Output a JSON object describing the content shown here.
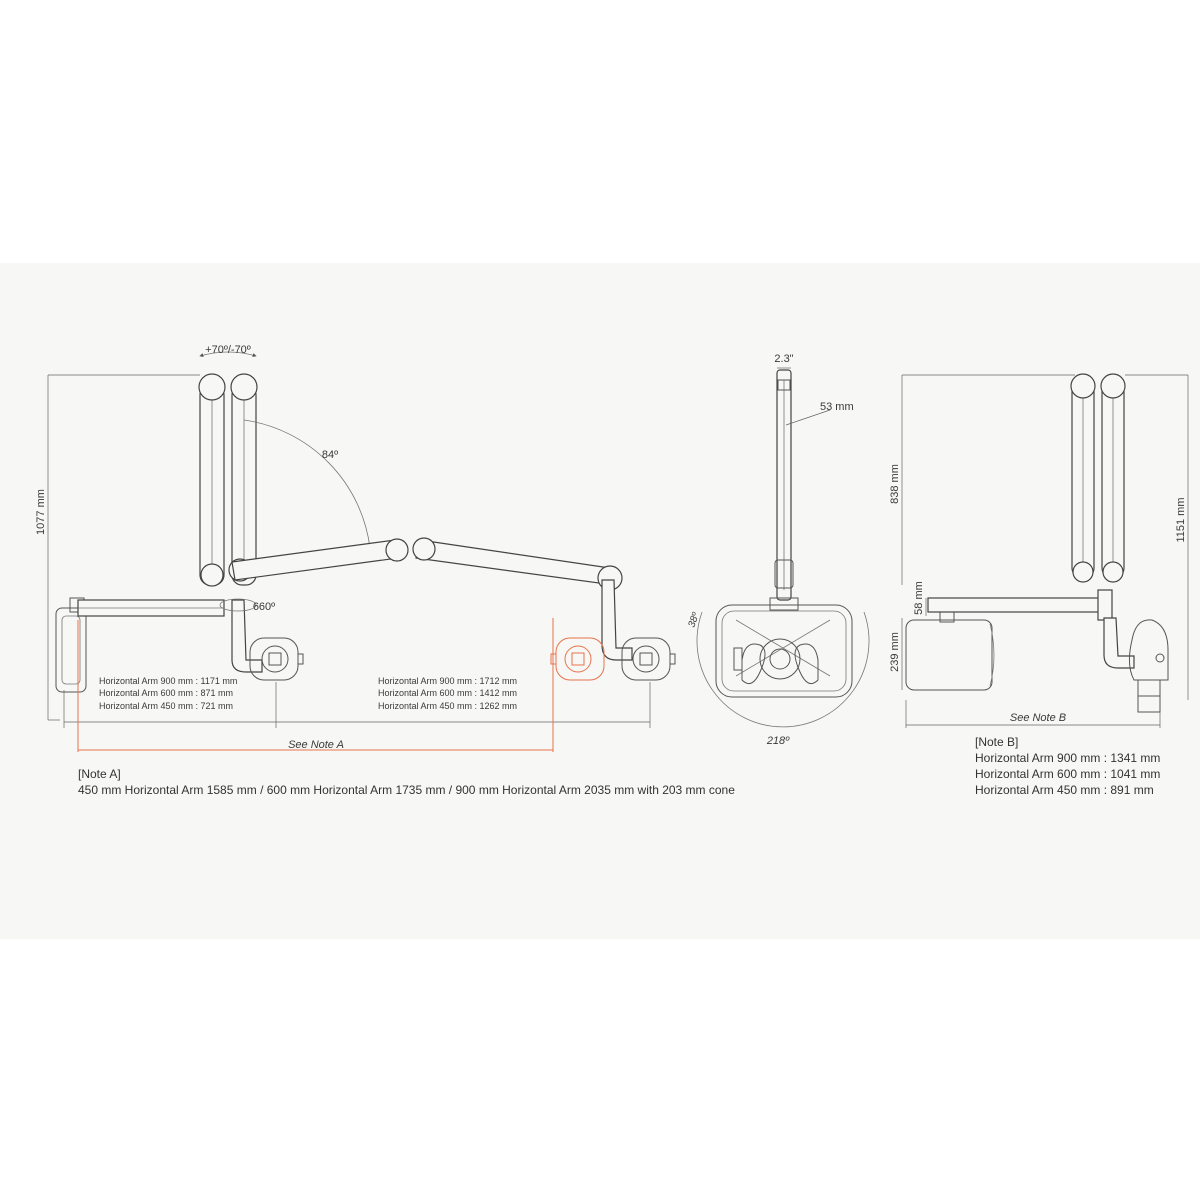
{
  "diagram": {
    "rotation_top": "+70º/-70º",
    "angle_vertical": "84º",
    "angle_joint": "660º",
    "height_left": "1077 mm",
    "width_top": "2.3\"",
    "tube_diameter": "53 mm",
    "angle_head_side": "38º",
    "angle_head_bottom": "218º",
    "height_838": "838 mm",
    "height_1151": "1151 mm",
    "height_58": "58 mm",
    "height_239": "239 mm",
    "see_note_a": "See Note A",
    "see_note_b": "See Note B",
    "left_reach": [
      "Horizontal Arm 900 mm : 1171 mm",
      "Horizontal Arm 600 mm : 871 mm",
      "Horizontal Arm 450 mm : 721 mm"
    ],
    "right_reach": [
      "Horizontal Arm 900 mm : 1712 mm",
      "Horizontal Arm 600 mm : 1412 mm",
      "Horizontal Arm 450 mm : 1262 mm"
    ]
  },
  "note_a": {
    "title": "[Note A]",
    "text": "450 mm Horizontal Arm 1585 mm / 600 mm Horizontal Arm 1735 mm / 900 mm Horizontal Arm 2035 mm with 203 mm cone"
  },
  "note_b": {
    "title": "[Note B]",
    "lines": [
      "Horizontal Arm 900 mm : 1341 mm",
      "Horizontal Arm 600 mm : 1041 mm",
      "Horizontal Arm 450 mm : 891 mm"
    ]
  },
  "colors": {
    "accent": "#e8734a",
    "line": "#555555",
    "background": "#f7f7f5"
  }
}
